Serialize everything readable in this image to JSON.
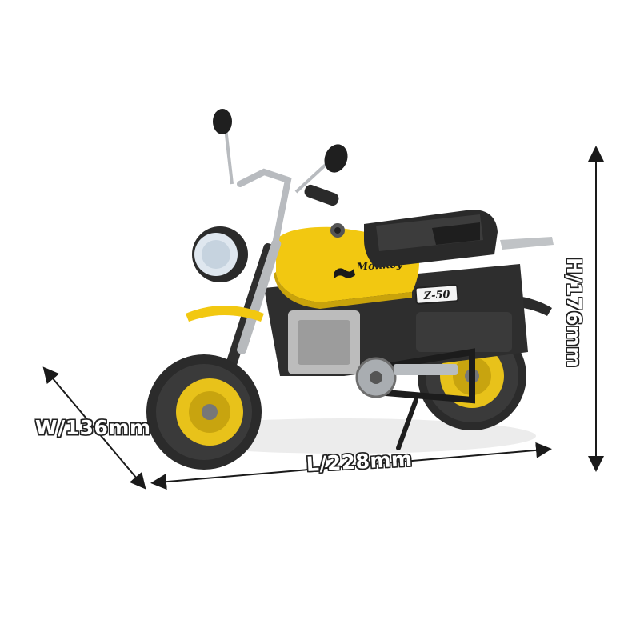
{
  "product": {
    "name": "Monkey",
    "model": "Z-50"
  },
  "dimensions": {
    "width": "W/136mm",
    "length": "L/228mm",
    "height": "H/176mm"
  },
  "colors": {
    "body_yellow": "#f2c811",
    "frame_dark": "#2e2e2e",
    "chrome": "#b9bcc0"
  }
}
